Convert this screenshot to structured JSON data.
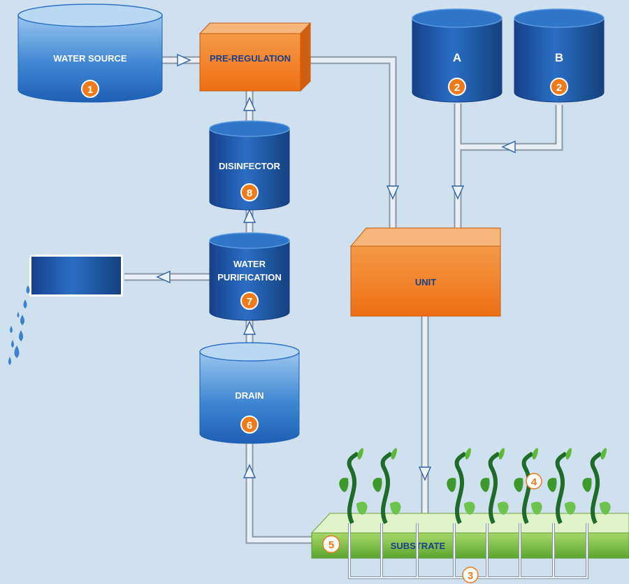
{
  "diagram": {
    "water_source": {
      "label": "WATER SOURCE",
      "number": "1"
    },
    "pre_regulation": {
      "label": "PRE-REGULATION"
    },
    "tank_a": {
      "label": "A",
      "number": "2"
    },
    "tank_b": {
      "label": "B",
      "number": "2"
    },
    "unit": {
      "label": "UNIT"
    },
    "disinfector": {
      "label": "DISINFECTOR",
      "number": "8"
    },
    "water_purification": {
      "line1": "WATER",
      "line2": "PURIFICATION",
      "number": "7"
    },
    "drain": {
      "label": "DRAIN",
      "number": "6"
    },
    "substrate": {
      "label": "SUBSTRATE",
      "number": "5"
    },
    "drip_lines": {
      "number": "3"
    },
    "plants": {
      "number": "4"
    },
    "colors": {
      "background": "#cfe0ef",
      "tank_blue": "#1f5fb0",
      "unit_orange": "#f07a1a",
      "substrate_green": "#7bc043",
      "pipe": "#e6edf4"
    }
  }
}
